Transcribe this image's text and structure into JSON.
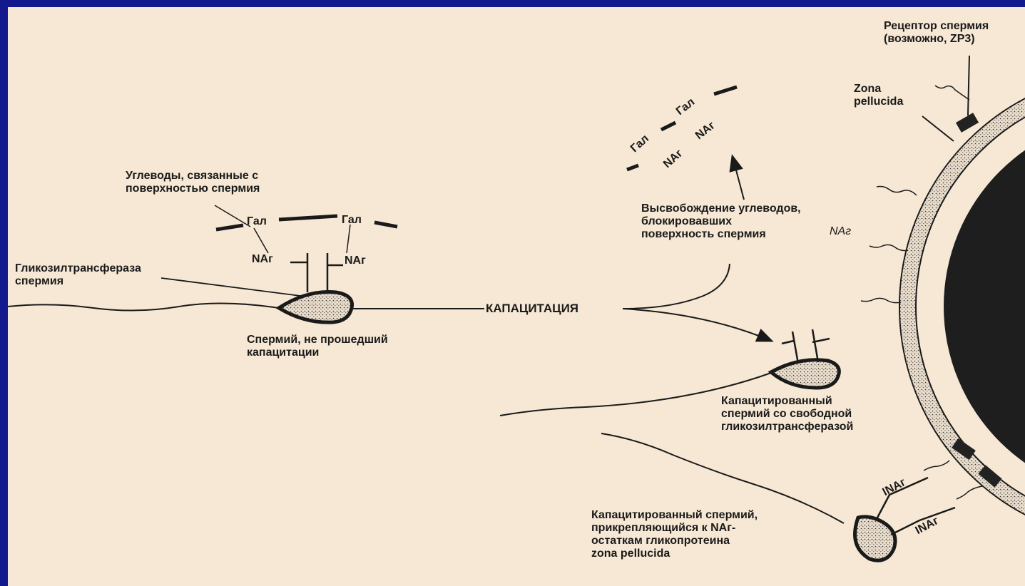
{
  "labels": {
    "carbs_surface": "Углеводы, связанные с\nповерхностью спермия",
    "gal_1": "Гал",
    "gal_2": "Гал",
    "nag_1": "NAг",
    "nag_2": "NAг",
    "glycosyltransferase": "Гликозилтрансфераза\nспермия",
    "uncapacitated": "Спермий, не прошедший\nкапацитации",
    "capacitation": "КАПАЦИТАЦИЯ",
    "release_carbs": "Высвобождение углеводов,\nблокировавших\nповерхность спермия",
    "released_gal_1": "Гал",
    "released_gal_2": "Гал",
    "released_nag_1": "NAг",
    "released_nag_2": "NAг",
    "nag_near_zona": "NAг",
    "receptor": "Рецептор спермия\n(возможно, ZP3)",
    "zona_pellucida": "Zona\npellucida",
    "capacitated_free": "Капацитированный\nспермий со свободной\nгликозилтрансферазой",
    "capacitated_attached": "Капацитированный спермий,\nприкрепляющийся к NAг-\nостаткам гликопротеина\nzona pellucida",
    "inag_1": "INAг",
    "inag_2": "INAг"
  },
  "colors": {
    "frame": "#141a8e",
    "paper": "#f6e8d4",
    "ink": "#1a1a1a",
    "egg": "#1e1e1e"
  }
}
